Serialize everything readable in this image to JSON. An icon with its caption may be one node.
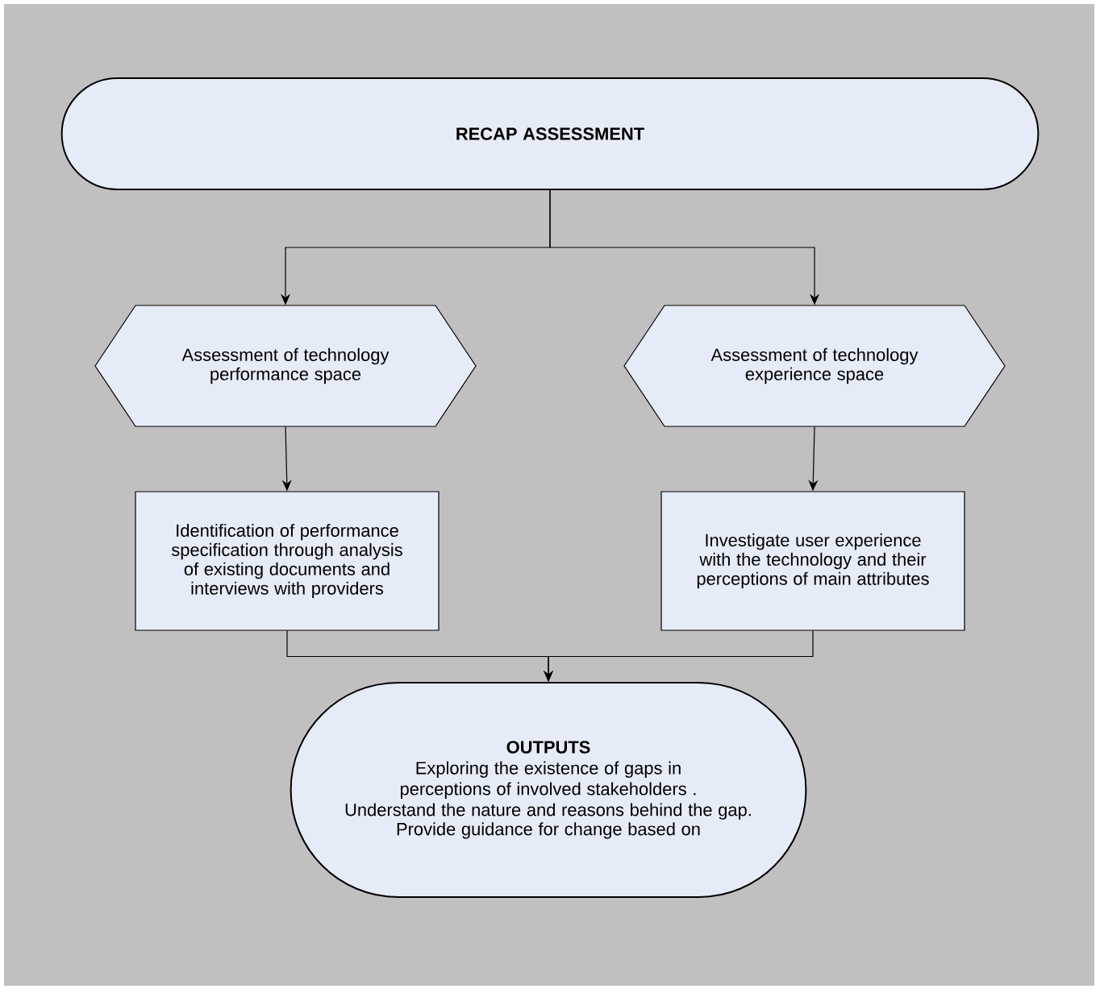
{
  "diagram": {
    "nodes": [
      {
        "text": [
          "RECAP ASSESSMENT"
        ]
      },
      {
        "text": [
          "Assessment of technology performance space"
        ]
      },
      {
        "text": [
          "Assessment of technology experience space"
        ]
      },
      {
        "text": [
          "Identification of performance specification through analysis of existing documents and interviews with providers"
        ]
      },
      {
        "text": [
          "Investigate user experience with the technology and their perceptions of main attributes"
        ]
      },
      {
        "text": [
          "OUTPUTS",
          "Exploring the existence of gaps in perceptions of involved stakeholders .",
          "Understand the nature and reasons behind the gap.",
          "Provide guidance for change based on"
        ]
      }
    ],
    "edges": [
      {
        "from": 0,
        "to": 1,
        "arrow": "to"
      },
      {
        "from": 0,
        "to": 2,
        "arrow": "to"
      },
      {
        "from": 1,
        "to": 3,
        "arrow": "to"
      },
      {
        "from": 2,
        "to": 4,
        "arrow": "to"
      },
      {
        "from": 3,
        "to": 5,
        "arrow": "to"
      },
      {
        "from": 4,
        "to": 5,
        "arrow": "to"
      }
    ]
  }
}
